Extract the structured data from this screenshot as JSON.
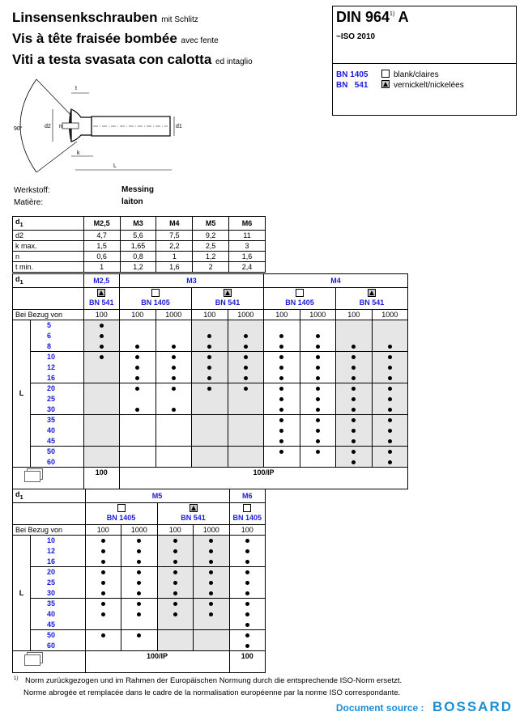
{
  "titles": [
    {
      "main": "Linsensenkschrauben",
      "sub": "mit Schlitz"
    },
    {
      "main": "Vis à tête fraisée bombée",
      "sub": "avec fente"
    },
    {
      "main": "Viti a testa svasata con calotta",
      "sub": "ed intaglio"
    }
  ],
  "standard": {
    "din": "DIN 964",
    "din_sup": "1)",
    "din_suffix": "A",
    "iso": "~ISO 2010"
  },
  "finishes": [
    {
      "code": "BN 1405",
      "icon": "empty-square-icon",
      "label": "blank/claires"
    },
    {
      "code": "BN   541",
      "icon": "triangle-square-icon",
      "label": "vernickelt/nickelées"
    }
  ],
  "diagram": {
    "labels": [
      "t",
      "d2",
      "n",
      "d1",
      "k",
      "L",
      "90°"
    ]
  },
  "material": [
    {
      "label": "Werkstoff:",
      "value": "Messing"
    },
    {
      "label": "Matière:",
      "value": "laiton"
    }
  ],
  "dimensions": {
    "header": [
      "d1",
      "M2,5",
      "M3",
      "M4",
      "M5",
      "M6"
    ],
    "rows": [
      [
        "d2",
        "4,7",
        "5,6",
        "7,5",
        "9,2",
        "11"
      ],
      [
        "k max.",
        "1,5",
        "1,65",
        "2,2",
        "2,5",
        "3"
      ],
      [
        "n",
        "0,6",
        "0,8",
        "1",
        "1,2",
        "1,6"
      ],
      [
        "t min.",
        "1",
        "1,2",
        "1,6",
        "2",
        "2,4"
      ]
    ]
  },
  "availability": [
    {
      "d1_label": "d1",
      "bezug_label": "Bei Bezug von",
      "l_label": "L",
      "sizes": [
        {
          "name": "M2,5",
          "span": 1
        },
        {
          "name": "M3",
          "span": 4
        },
        {
          "name": "M4",
          "span": 4
        }
      ],
      "finish_groups": [
        {
          "code": "BN 541",
          "icon": "tri",
          "span": 1
        },
        {
          "code": "BN 1405",
          "icon": "sq",
          "span": 2
        },
        {
          "code": "BN 541",
          "icon": "tri",
          "span": 2
        },
        {
          "code": "BN 1405",
          "icon": "sq",
          "span": 2
        },
        {
          "code": "BN 541",
          "icon": "tri",
          "span": 2
        }
      ],
      "qty": [
        "100",
        "100",
        "1000",
        "100",
        "1000",
        "100",
        "1000",
        "100",
        "1000"
      ],
      "shaded": [
        1,
        0,
        0,
        1,
        1,
        0,
        0,
        1,
        1
      ],
      "lengths": [
        "5",
        "6",
        "8",
        "10",
        "12",
        "16",
        "20",
        "25",
        "30",
        "35",
        "40",
        "45",
        "50",
        "60"
      ],
      "groups": [
        3,
        3,
        3,
        3,
        2
      ],
      "dots": [
        [
          1,
          0,
          0,
          0,
          0,
          0,
          0,
          0,
          0
        ],
        [
          1,
          0,
          0,
          1,
          1,
          1,
          1,
          0,
          0
        ],
        [
          1,
          1,
          1,
          1,
          1,
          1,
          1,
          1,
          1
        ],
        [
          1,
          1,
          1,
          1,
          1,
          1,
          1,
          1,
          1
        ],
        [
          0,
          1,
          1,
          1,
          1,
          1,
          1,
          1,
          1
        ],
        [
          0,
          1,
          1,
          1,
          1,
          1,
          1,
          1,
          1
        ],
        [
          0,
          1,
          1,
          1,
          1,
          1,
          1,
          1,
          1
        ],
        [
          0,
          0,
          0,
          0,
          0,
          1,
          1,
          1,
          1
        ],
        [
          0,
          1,
          1,
          0,
          0,
          1,
          1,
          1,
          1
        ],
        [
          0,
          0,
          0,
          0,
          0,
          1,
          1,
          1,
          1
        ],
        [
          0,
          0,
          0,
          0,
          0,
          1,
          1,
          1,
          1
        ],
        [
          0,
          0,
          0,
          0,
          0,
          1,
          1,
          1,
          1
        ],
        [
          0,
          0,
          0,
          0,
          0,
          1,
          1,
          1,
          1
        ],
        [
          0,
          0,
          0,
          0,
          0,
          0,
          0,
          1,
          1
        ]
      ],
      "packaging": [
        {
          "value": "100",
          "span": 1
        },
        {
          "value": "100/IP",
          "span": 8
        }
      ]
    },
    {
      "d1_label": "d1",
      "bezug_label": "Bei Bezug von",
      "l_label": "L",
      "sizes": [
        {
          "name": "M5",
          "span": 4
        },
        {
          "name": "M6",
          "span": 1
        }
      ],
      "finish_groups": [
        {
          "code": "BN 1405",
          "icon": "sq",
          "span": 2
        },
        {
          "code": "BN 541",
          "icon": "tri",
          "span": 2
        },
        {
          "code": "BN 1405",
          "icon": "sq",
          "span": 1
        }
      ],
      "qty": [
        "100",
        "1000",
        "100",
        "1000",
        "100"
      ],
      "shaded": [
        0,
        0,
        1,
        1,
        0
      ],
      "lengths": [
        "10",
        "12",
        "16",
        "20",
        "25",
        "30",
        "35",
        "40",
        "45",
        "50",
        "60"
      ],
      "groups": [
        3,
        3,
        3,
        2
      ],
      "dots": [
        [
          1,
          1,
          1,
          1,
          1
        ],
        [
          1,
          1,
          1,
          1,
          1
        ],
        [
          1,
          1,
          1,
          1,
          1
        ],
        [
          1,
          1,
          1,
          1,
          1
        ],
        [
          1,
          1,
          1,
          1,
          1
        ],
        [
          1,
          1,
          1,
          1,
          1
        ],
        [
          1,
          1,
          1,
          1,
          1
        ],
        [
          1,
          1,
          1,
          1,
          1
        ],
        [
          0,
          0,
          0,
          0,
          1
        ],
        [
          1,
          1,
          0,
          0,
          1
        ],
        [
          0,
          0,
          0,
          0,
          1
        ]
      ],
      "packaging": [
        {
          "value": "100/IP",
          "span": 4
        },
        {
          "value": "100",
          "span": 1
        }
      ]
    }
  ],
  "footnote": {
    "mark": "1)",
    "line1": "Norm zurückgezogen und im Rahmen der Europäischen Normung durch die entsprechende ISO-Norm ersetzt.",
    "line2": "Norme abrogée et remplacée dans le cadre de la normalisation européenne par la norme ISO correspondante."
  },
  "source": {
    "label": "Document source :",
    "brand": "BOSSARD",
    "color": "#1a8fd6"
  }
}
